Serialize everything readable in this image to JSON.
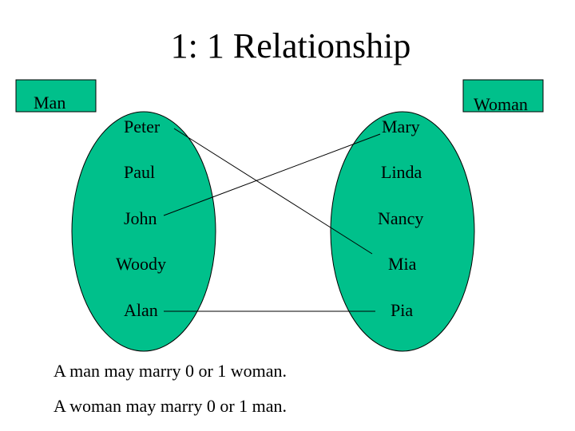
{
  "title": "1: 1 Relationship",
  "left_set": {
    "label": "Man",
    "items": [
      "Peter",
      "Paul",
      "John",
      "Woody",
      "Alan"
    ]
  },
  "right_set": {
    "label": "Woman",
    "items": [
      "Mary",
      "Linda",
      "Nancy",
      "Mia",
      "Pia"
    ]
  },
  "relationships": [
    {
      "from": "Peter",
      "to": "Mia"
    },
    {
      "from": "John",
      "to": "Mary"
    },
    {
      "from": "Alan",
      "to": "Pia"
    }
  ],
  "notes": [
    "A man may marry 0 or 1 woman.",
    "A woman may marry 0 or 1 man."
  ],
  "colors": {
    "ellipse_fill": "#00c08b",
    "stroke": "#000000",
    "background": "#ffffff"
  }
}
